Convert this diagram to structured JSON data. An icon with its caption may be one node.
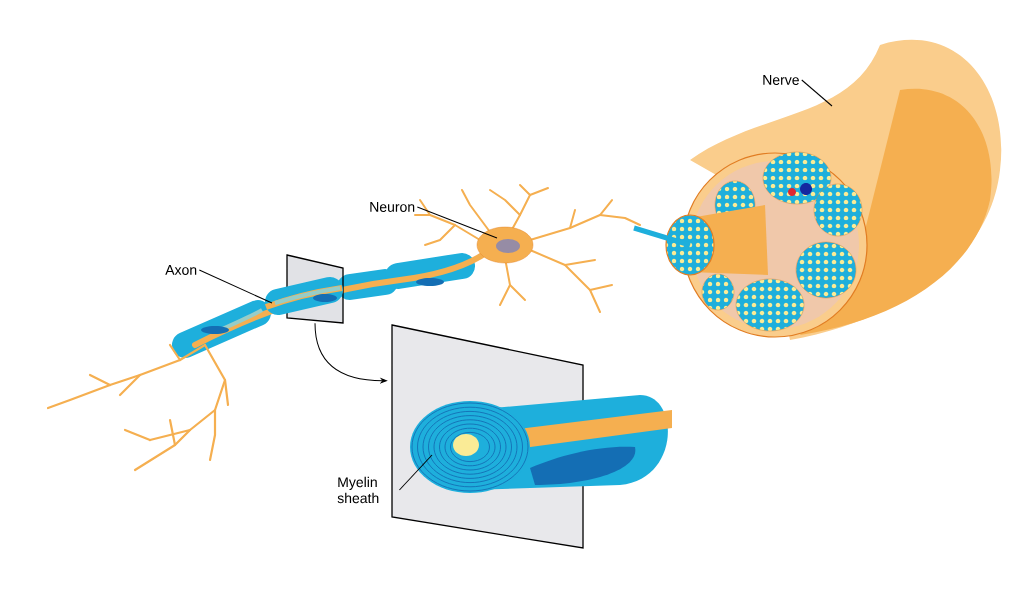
{
  "diagram": {
    "nodes": [
      {
        "text": [
          "Nerve"
        ]
      },
      {
        "text": [
          "Neuron"
        ]
      },
      {
        "text": [
          "Axon"
        ]
      },
      {
        "text": [],
        "shape": "box"
      },
      {
        "text": [],
        "shape": "box"
      },
      {
        "text": [
          "Myelin sheath"
        ]
      },
      {
        "text": [],
        "shape": "picture"
      },
      {
        "text": [],
        "shape": "picture"
      }
    ],
    "edges": [
      {
        "from": 0,
        "to": null,
        "arrow": "none"
      },
      {
        "from": 1,
        "to": null,
        "arrow": "none"
      },
      {
        "from": 2,
        "to": 6,
        "arrow": "none"
      },
      {
        "from": 3,
        "to": 4,
        "arrow": "to"
      },
      {
        "from": 5,
        "to": 7,
        "arrow": "none"
      }
    ]
  }
}
